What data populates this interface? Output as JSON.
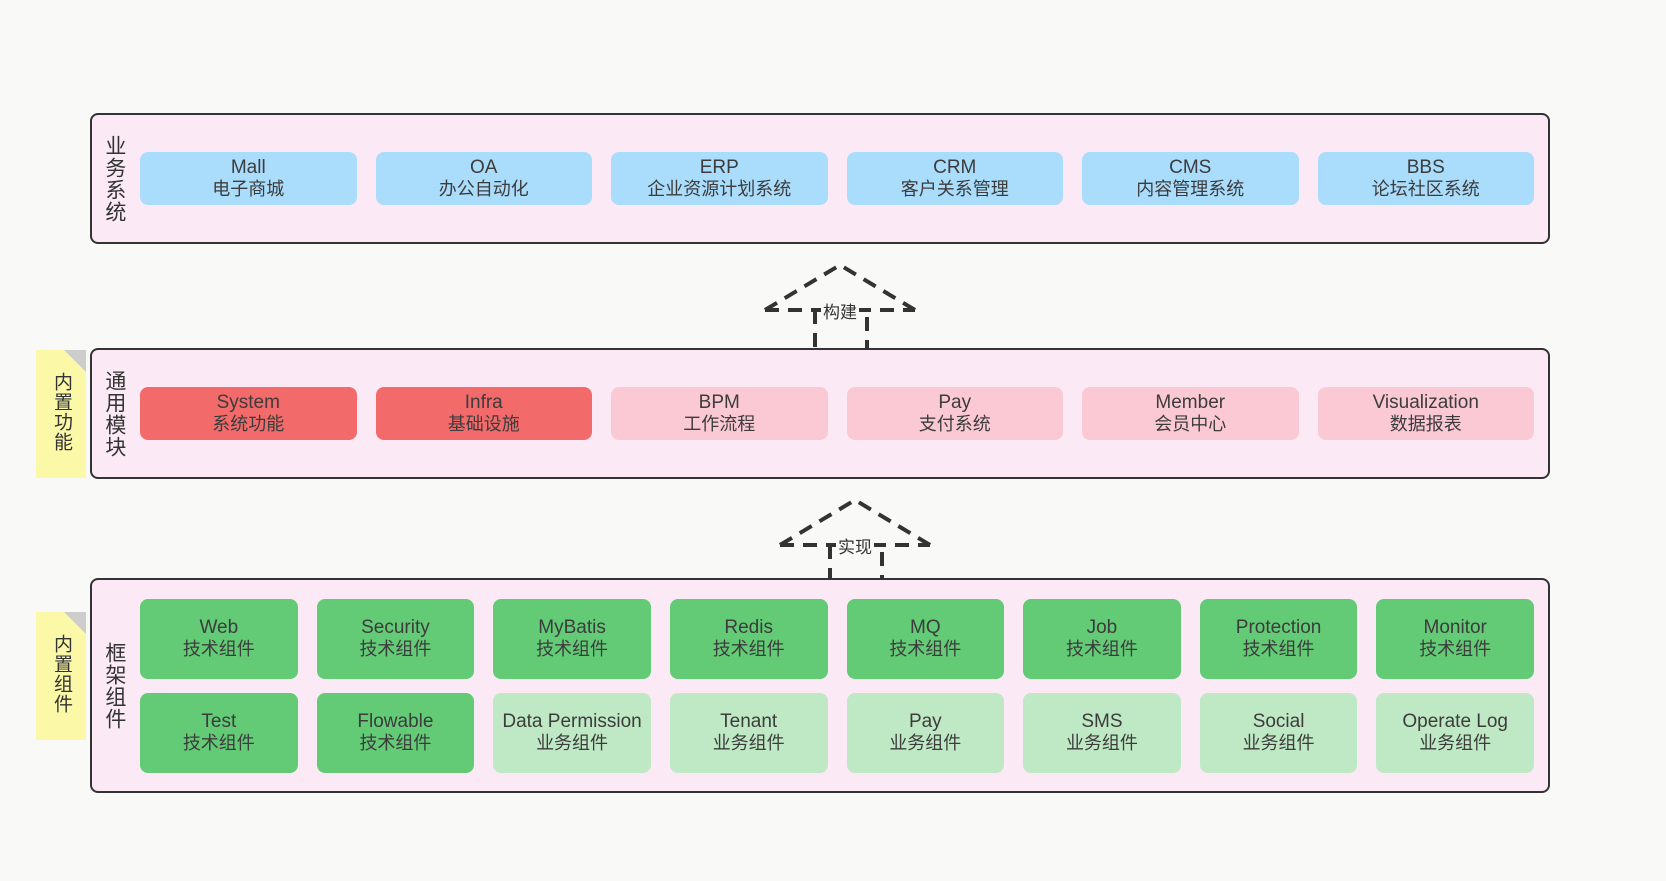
{
  "diagram": {
    "background": "#f9f9f8",
    "layer_bg": "#fbeaf5",
    "layer_border": "#333333",
    "note_bg": "#fbf8a8",
    "colors": {
      "business_system": "#aadcfb",
      "core_module": "#f36a6a",
      "optional_module": "#fbc9d4",
      "tech_component": "#63ca76",
      "business_component": "#bfe8c5"
    }
  },
  "layers": {
    "business": {
      "label": "业务系统",
      "items": [
        {
          "title": "Mall",
          "subtitle": "电子商城"
        },
        {
          "title": "OA",
          "subtitle": "办公自动化"
        },
        {
          "title": "ERP",
          "subtitle": "企业资源计划系统"
        },
        {
          "title": "CRM",
          "subtitle": "客户关系管理"
        },
        {
          "title": "CMS",
          "subtitle": "内容管理系统"
        },
        {
          "title": "BBS",
          "subtitle": "论坛社区系统"
        }
      ]
    },
    "common": {
      "label": "通用模块",
      "note": "内置功能",
      "items": [
        {
          "title": "System",
          "subtitle": "系统功能",
          "kind": "core"
        },
        {
          "title": "Infra",
          "subtitle": "基础设施",
          "kind": "core"
        },
        {
          "title": "BPM",
          "subtitle": "工作流程",
          "kind": "optional"
        },
        {
          "title": "Pay",
          "subtitle": "支付系统",
          "kind": "optional"
        },
        {
          "title": "Member",
          "subtitle": "会员中心",
          "kind": "optional"
        },
        {
          "title": "Visualization",
          "subtitle": "数据报表",
          "kind": "optional"
        }
      ]
    },
    "framework": {
      "label": "框架组件",
      "note": "内置组件",
      "row1": [
        {
          "title": "Web",
          "subtitle": "技术组件"
        },
        {
          "title": "Security",
          "subtitle": "技术组件"
        },
        {
          "title": "MyBatis",
          "subtitle": "技术组件"
        },
        {
          "title": "Redis",
          "subtitle": "技术组件"
        },
        {
          "title": "MQ",
          "subtitle": "技术组件"
        },
        {
          "title": "Job",
          "subtitle": "技术组件"
        },
        {
          "title": "Protection",
          "subtitle": "技术组件"
        },
        {
          "title": "Monitor",
          "subtitle": "技术组件"
        }
      ],
      "row2": [
        {
          "title": "Test",
          "subtitle": "技术组件",
          "kind": "tech"
        },
        {
          "title": "Flowable",
          "subtitle": "技术组件",
          "kind": "tech"
        },
        {
          "title": "Data Permission",
          "subtitle": "业务组件",
          "kind": "business"
        },
        {
          "title": "Tenant",
          "subtitle": "业务组件",
          "kind": "business"
        },
        {
          "title": "Pay",
          "subtitle": "业务组件",
          "kind": "business"
        },
        {
          "title": "SMS",
          "subtitle": "业务组件",
          "kind": "business"
        },
        {
          "title": "Social",
          "subtitle": "业务组件",
          "kind": "business"
        },
        {
          "title": "Operate Log",
          "subtitle": "业务组件",
          "kind": "business"
        }
      ]
    }
  },
  "connectors": [
    {
      "label": "构建"
    },
    {
      "label": "实现"
    }
  ]
}
